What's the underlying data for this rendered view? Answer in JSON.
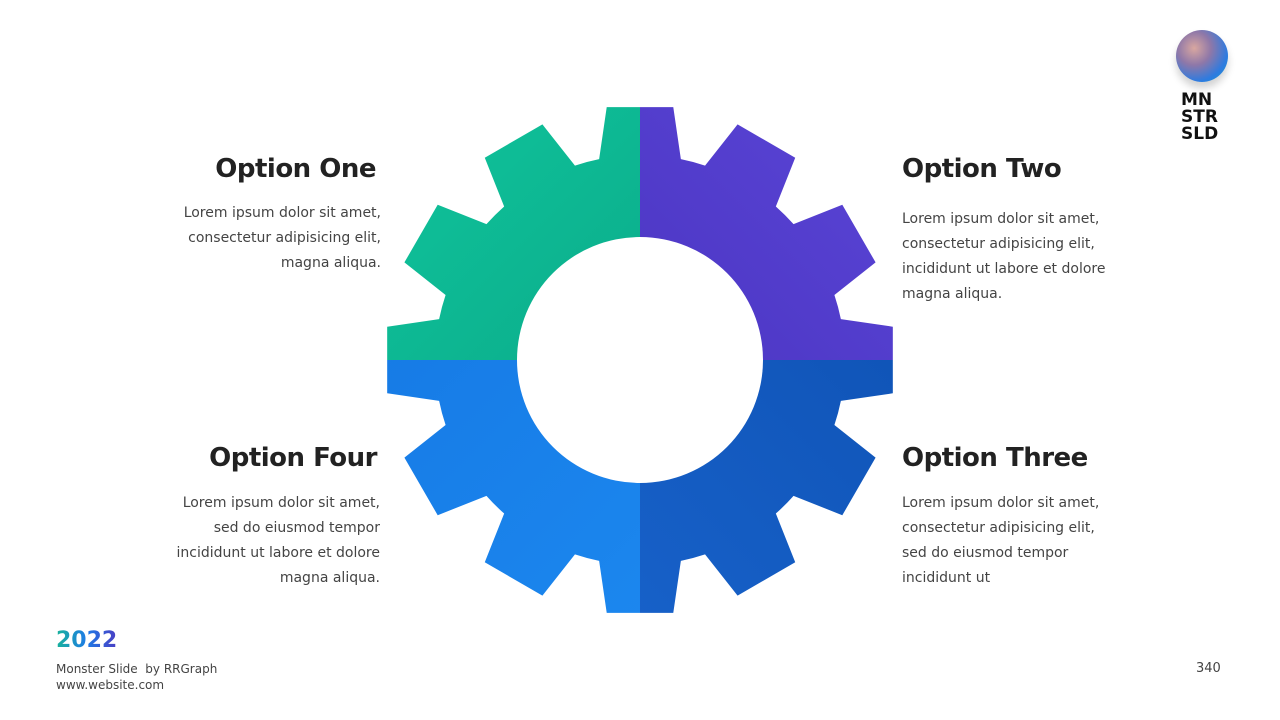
{
  "options": [
    {
      "title": "Option One",
      "lines": [
        "Lorem ipsum dolor sit amet,",
        "consectetur adipisicing elit,",
        "magna aliqua."
      ]
    },
    {
      "title": "Option Two",
      "lines": [
        "Lorem ipsum dolor sit amet,",
        "consectetur adipisicing elit,",
        "incididunt ut labore et dolore",
        "magna aliqua."
      ]
    },
    {
      "title": "Option Three",
      "lines": [
        "Lorem ipsum dolor sit amet,",
        "consectetur adipisicing elit,",
        "sed do eiusmod tempor",
        "incididunt ut"
      ]
    },
    {
      "title": "Option Four",
      "lines": [
        "Lorem ipsum dolor sit amet,",
        "sed do eiusmod tempor",
        "incididunt ut labore et dolore",
        "magna aliqua."
      ]
    }
  ],
  "logo": {
    "lines": [
      "MN",
      "STR",
      "SLD"
    ]
  },
  "footer": {
    "year": "2022",
    "credit_line1": "Monster Slide  by RRGraph",
    "credit_line2": "www.website.com",
    "page_number": "340"
  },
  "colors": {
    "quadrant_top_left": "#0aa88a",
    "quadrant_top_right": "#4a35c0",
    "quadrant_bottom_left": "#1a82ea",
    "quadrant_bottom_right": "#1058bd"
  }
}
